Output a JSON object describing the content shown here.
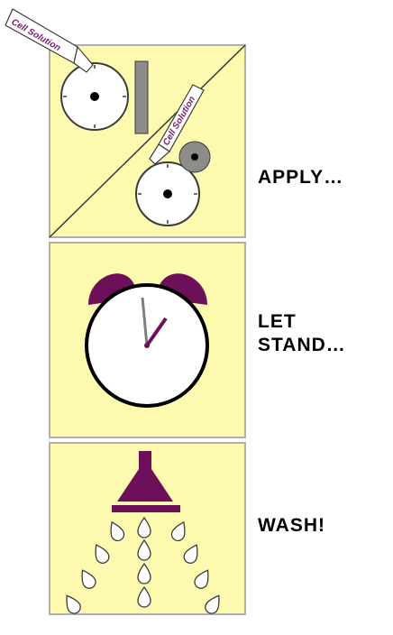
{
  "steps": [
    {
      "label": "APPLY…",
      "illustration": "brush-roller-icon"
    },
    {
      "label_line1": "LET",
      "label_line2": "STAND…",
      "illustration": "alarm-clock-icon"
    },
    {
      "label": "WASH!",
      "illustration": "shower-head-icon"
    }
  ],
  "brush_label": "Cell Solution",
  "colors": {
    "panel_fill": "#fdfab0",
    "panel_border": "#b0b0a8",
    "accent_purple": "#6e0f5a",
    "roller_gray": "#8c8c88",
    "outline": "#3a3a3a"
  }
}
